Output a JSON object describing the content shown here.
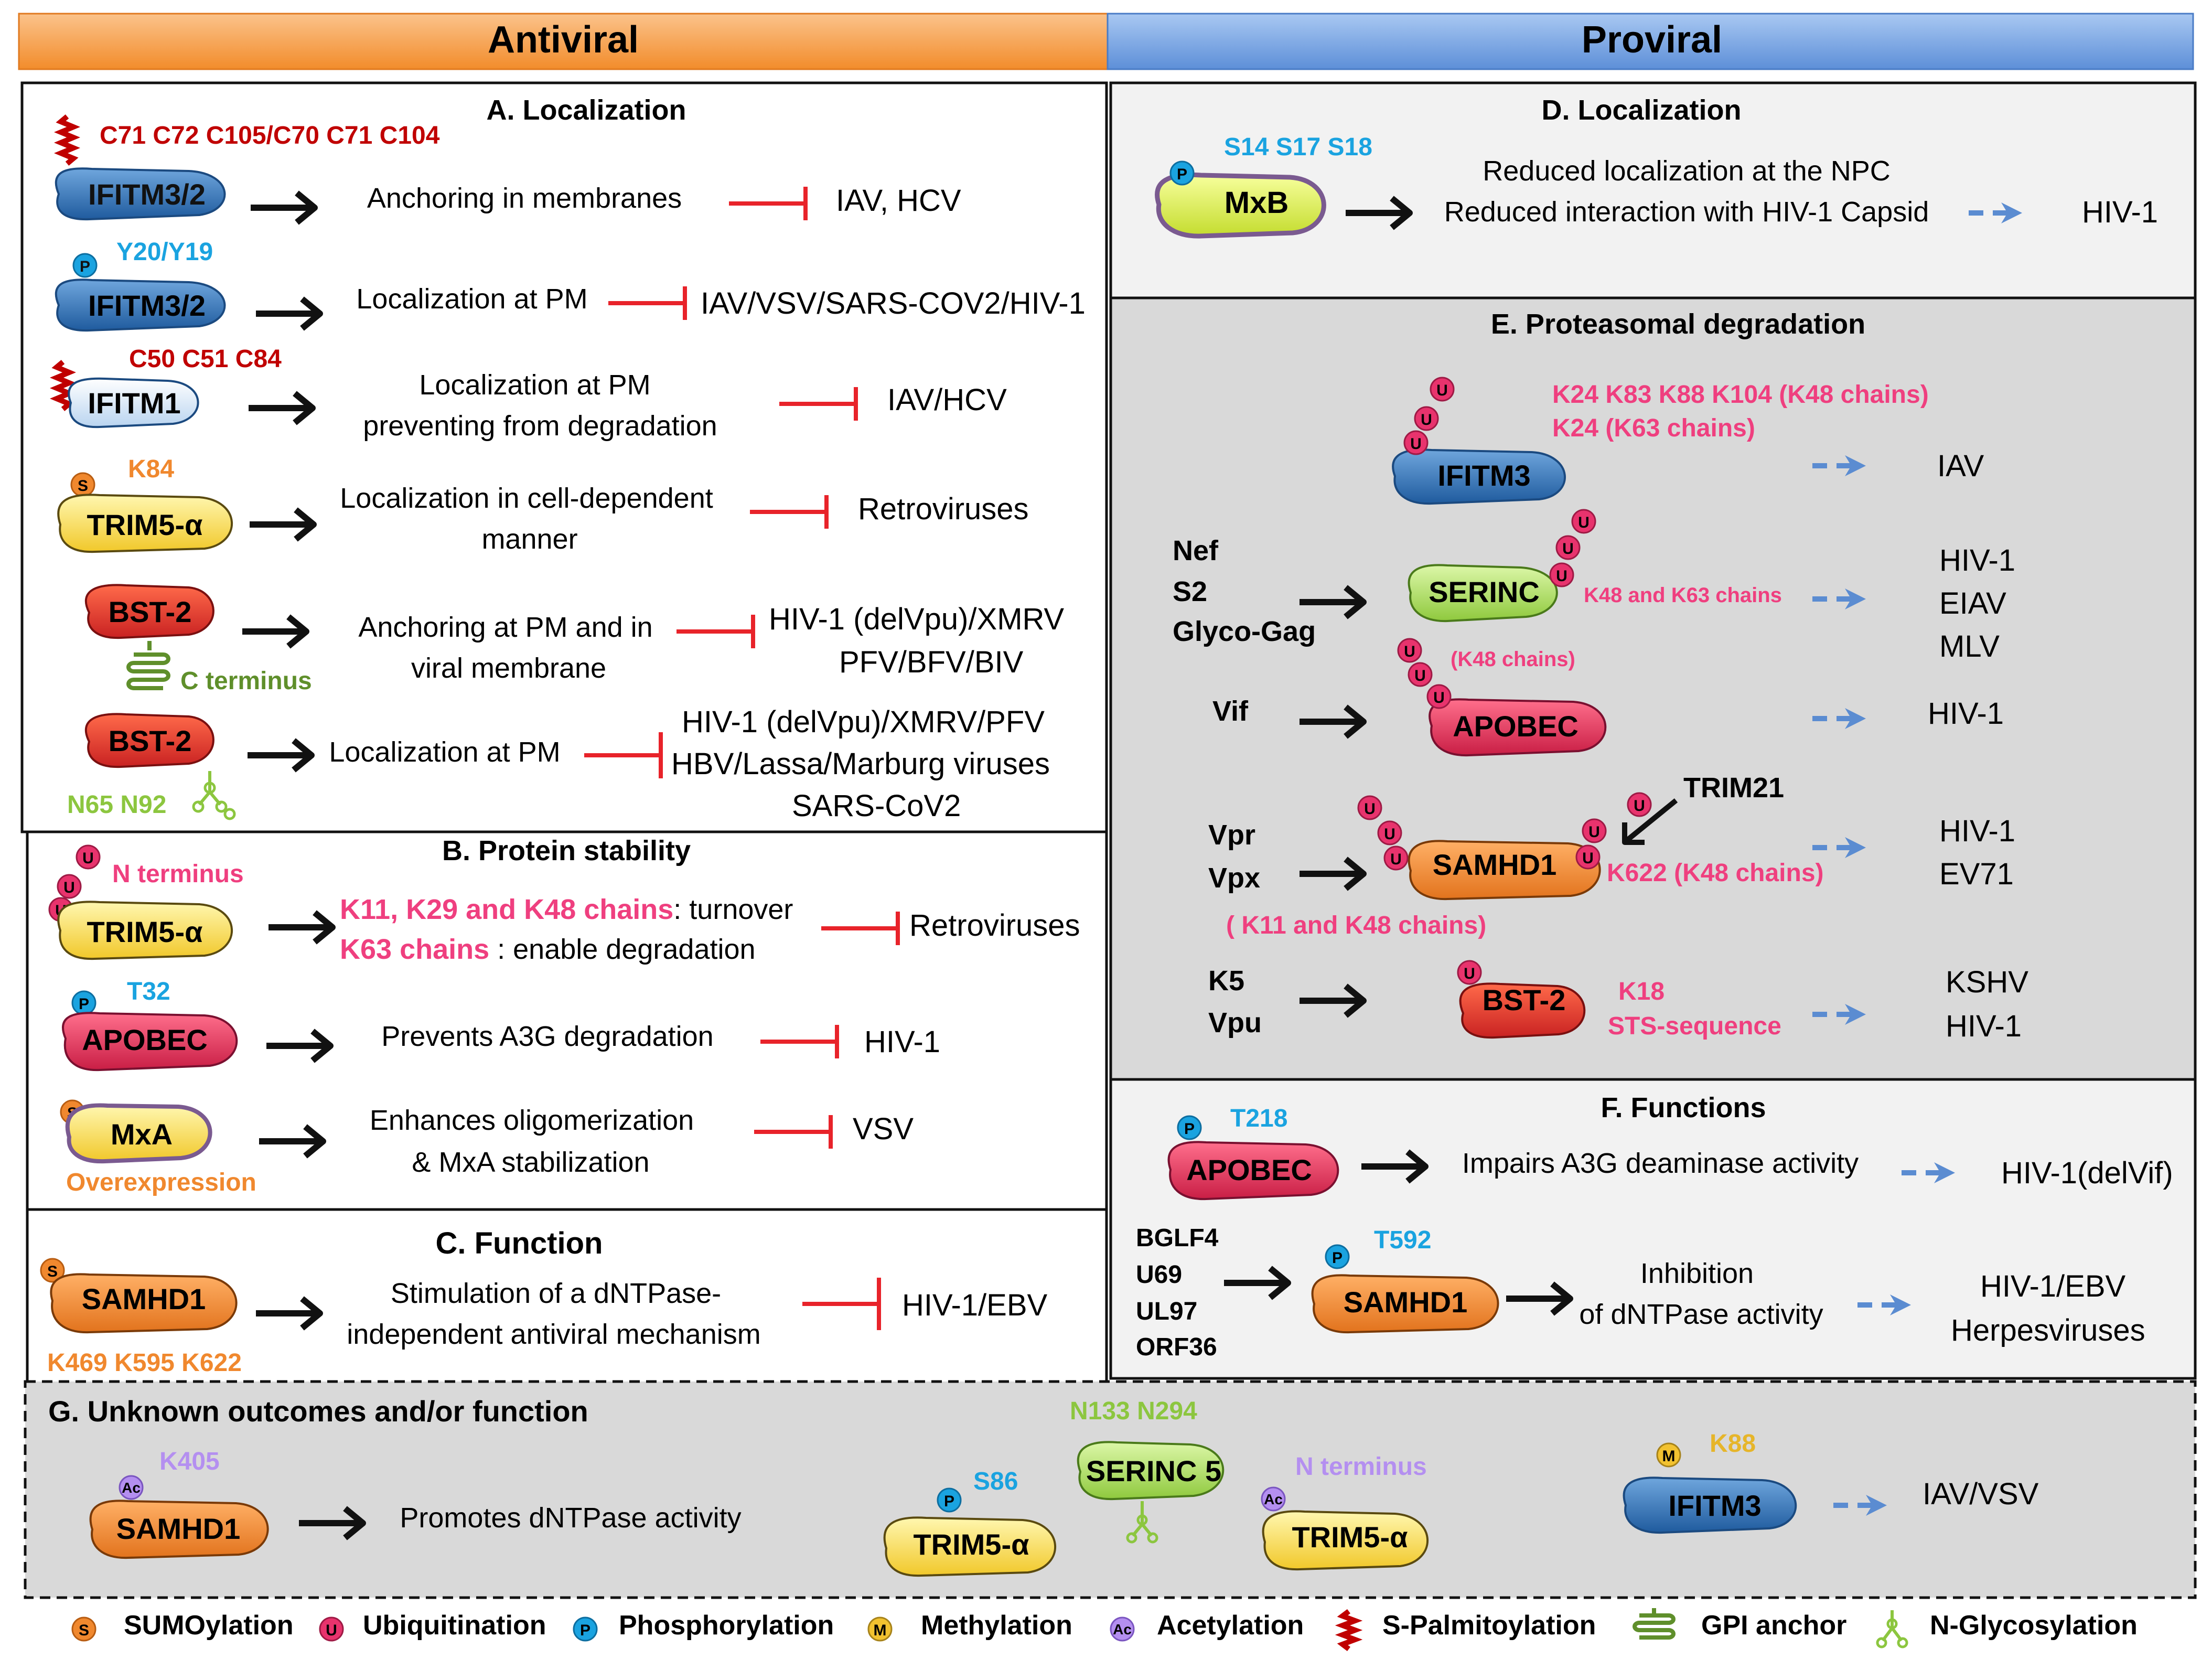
{
  "header": {
    "antiviral": "Antiviral",
    "proviral": "Proviral"
  },
  "colors": {
    "antiviral_bar": "#f7a45a",
    "proviral_bar": "#7aa8e4",
    "inhibit": "#e8232a",
    "arrow": "#111111",
    "dashed": "#5b8cd1",
    "site_red": "#c00000",
    "site_blue": "#1aa3e0",
    "site_pink": "#ef3f7f",
    "site_orange": "#f0882e",
    "site_green": "#8cc63f",
    "site_purple": "#b48ff0",
    "site_gold": "#e6b52a"
  },
  "A": {
    "title": "A. Localization",
    "r1": {
      "sites": "C71 C72 C105/C70 C71 C104",
      "protein": "IFITM3/2",
      "effect": "Anchoring in membranes",
      "target": "IAV, HCV"
    },
    "r2": {
      "sites": "Y20/Y19",
      "protein": "IFITM3/2",
      "effect": "Localization at PM",
      "target": "IAV/VSV/SARS-COV2/HIV-1"
    },
    "r3": {
      "sites": "C50 C51 C84",
      "protein": "IFITM1",
      "effect1": "Localization at PM",
      "effect2": "preventing from degradation",
      "target": "IAV/HCV"
    },
    "r4": {
      "sites": "K84",
      "protein": "TRIM5-α",
      "effect1": "Localization in cell-dependent",
      "effect2": "manner",
      "target": "Retroviruses"
    },
    "r5": {
      "protein": "BST-2",
      "effect1": "Anchoring at PM and in",
      "effect2": "viral membrane",
      "target1": "HIV-1 (delVpu)/XMRV",
      "target2": "PFV/BFV/BIV",
      "note": "C terminus"
    },
    "r6": {
      "protein": "BST-2",
      "effect": "Localization at PM",
      "target1": "HIV-1 (delVpu)/XMRV/PFV",
      "target2": "HBV/Lassa/Marburg viruses",
      "target3": "SARS-CoV2",
      "sites": "N65 N92"
    }
  },
  "B": {
    "title": "B. Protein stability",
    "r1": {
      "sites": "N terminus",
      "protein": "TRIM5-α",
      "chains1": "K11, K29 and K48  chains",
      "effect1": ": turnover",
      "chains2": "K63 chains",
      "effect2": " : enable degradation",
      "target": "Retroviruses"
    },
    "r2": {
      "sites": "T32",
      "protein": "APOBEC",
      "effect": "Prevents A3G degradation",
      "target": "HIV-1"
    },
    "r3": {
      "protein": "MxA",
      "effect1": "Enhances oligomerization",
      "effect2": "&  MxA stabilization",
      "target": "VSV",
      "note": "Overexpression"
    }
  },
  "C": {
    "title": "C. Function",
    "protein": "SAMHD1",
    "effect1": "Stimulation of a dNTPase-",
    "effect2": "independent antiviral mechanism",
    "target": "HIV-1/EBV",
    "sites": "K469 K595 K622"
  },
  "D": {
    "title": "D. Localization",
    "sites": "S14 S17 S18",
    "protein": "MxB",
    "effect1": "Reduced localization at the NPC",
    "effect2": "Reduced interaction with HIV-1 Capsid",
    "target": "HIV-1"
  },
  "E": {
    "title": "E. Proteasomal degradation",
    "r1": {
      "sites1": "K24 K83 K88 K104 (K48 chains)",
      "sites2": "K24 (K63 chains)",
      "protein": "IFITM3",
      "target": "IAV"
    },
    "r2": {
      "actors": [
        "Nef",
        "S2",
        "Glyco-Gag"
      ],
      "protein": "SERINC",
      "sites": "K48 and K63 chains",
      "targets": [
        "HIV-1",
        "EIAV",
        "MLV"
      ]
    },
    "r3": {
      "actor": "Vif",
      "sites": "(K48 chains)",
      "protein": "APOBEC",
      "target": "HIV-1"
    },
    "r4": {
      "actors": [
        "Vpr",
        "Vpx"
      ],
      "extra": "TRIM21",
      "protein": "SAMHD1",
      "sites": "K622 (K48 chains)",
      "sites2": "( K11 and K48 chains)",
      "targets": [
        "HIV-1",
        "EV71"
      ]
    },
    "r5": {
      "actors": [
        "K5",
        "Vpu"
      ],
      "protein": "BST-2",
      "sites1": "K18",
      "sites2": "STS-sequence",
      "targets": [
        "KSHV",
        "HIV-1"
      ]
    }
  },
  "F": {
    "title": "F. Functions",
    "r1": {
      "sites": "T218",
      "protein": "APOBEC",
      "effect": "Impairs A3G deaminase activity",
      "target": "HIV-1(delVif)"
    },
    "r2": {
      "actors": [
        "BGLF4",
        "U69",
        "UL97",
        "ORF36"
      ],
      "sites": "T592",
      "protein": "SAMHD1",
      "effect1": "Inhibition",
      "effect2": "of dNTPase activity",
      "targets": [
        "HIV-1/EBV",
        "Herpesviruses"
      ]
    }
  },
  "G": {
    "title": "G. Unknown  outcomes and/or function",
    "p1": {
      "sites": "K405",
      "protein": "SAMHD1",
      "effect": "Promotes dNTPase activity"
    },
    "p2": {
      "sites": "S86",
      "protein": "TRIM5-α"
    },
    "p3": {
      "sites": "N133 N294",
      "protein": "SERINC 5"
    },
    "p4": {
      "sites": "N terminus",
      "protein": "TRIM5-α"
    },
    "p5": {
      "sites": "K88",
      "protein": "IFITM3",
      "target": "IAV/VSV"
    }
  },
  "badges": {
    "S": "S",
    "U": "U",
    "P": "P",
    "M": "M",
    "Ac": "Ac"
  },
  "legend": [
    {
      "badge": "S",
      "label": "SUMOylation"
    },
    {
      "badge": "U",
      "label": "Ubiquitination"
    },
    {
      "badge": "P",
      "label": "Phosphorylation"
    },
    {
      "badge": "M",
      "label": "Methylation"
    },
    {
      "badge": "Ac",
      "label": "Acetylation"
    },
    {
      "icon": "palmitoyl-icon",
      "label": "S-Palmitoylation"
    },
    {
      "icon": "gpi-anchor-icon",
      "label": "GPI anchor"
    },
    {
      "icon": "n-glycosylation-icon",
      "label": "N-Glycosylation"
    }
  ]
}
